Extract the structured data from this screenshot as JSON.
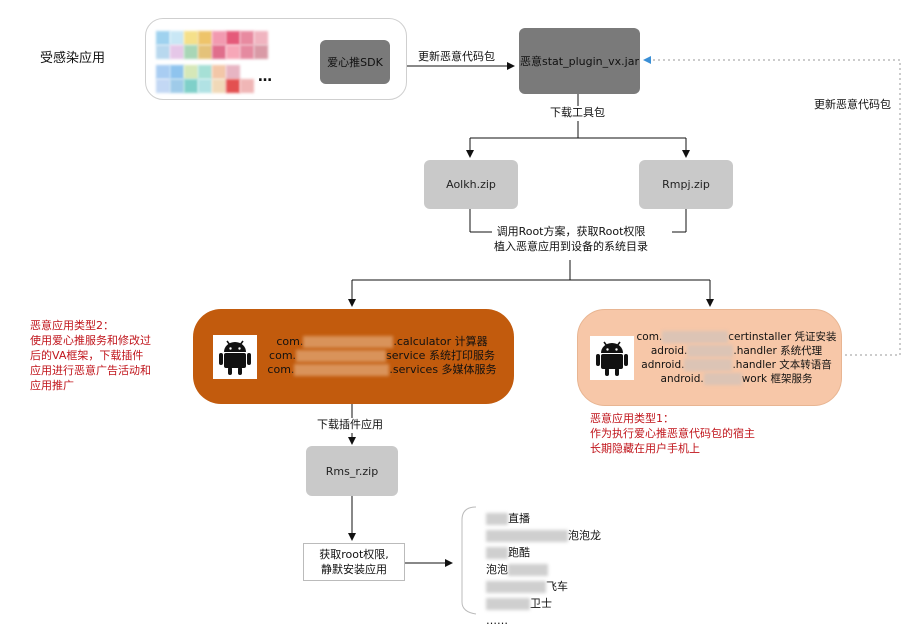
{
  "title_left": "受感染应用",
  "sdk_label": "爱心推SDK",
  "ellipsis": "…",
  "malicious_jar": "恶意stat_plugin_vx.jar",
  "edge_update_payload": "更新恶意代码包",
  "edge_update_payload_right": "更新恶意代码包",
  "edge_download_tools": "下载工具包",
  "zip_left": "Aolkh.zip",
  "zip_right": "Rmpj.zip",
  "root_line1": "调用Root方案，获取Root权限",
  "root_line2": "植入恶意应用到设备的系统目录",
  "type2_title": "恶意应用类型2：",
  "type2_desc": [
    "使用爱心推服务和修改过",
    "后的VA框架，下载插件",
    "应用进行恶意广告活动和",
    "应用推广"
  ],
  "type2_apps": [
    {
      "prefix": "com.",
      "suffix": ".calculator 计算器"
    },
    {
      "prefix": "com.",
      "suffix": "service 系统打印服务"
    },
    {
      "prefix": "com.",
      "suffix": ".services 多媒体服务"
    }
  ],
  "type1_apps": [
    {
      "prefix": "com.",
      "suffix": "certinstaller 凭证安装"
    },
    {
      "prefix": "adroid.",
      "suffix": ".handler 系统代理"
    },
    {
      "prefix": "adnroid.",
      "suffix": ".handler 文本转语音"
    },
    {
      "prefix": "android.",
      "suffix": "work 框架服务"
    }
  ],
  "type1_title": "恶意应用类型1：",
  "type1_desc": [
    "作为执行爱心推恶意代码包的宿主",
    "长期隐藏在用户手机上"
  ],
  "edge_download_plugin": "下载插件应用",
  "rms_zip": "Rms_r.zip",
  "install_line1": "获取root权限,",
  "install_line2": "静默安装应用",
  "installed_apps": [
    "直播",
    "泡泡龙",
    "跑酷",
    "泡泡",
    "飞车",
    "卫士",
    "……"
  ],
  "colors": {
    "orange": "#c25b0d",
    "peach": "#f7c7a8",
    "red_text": "#c0141b",
    "gray_box": "#c9c9c9",
    "dark_box": "#7a7a7a"
  }
}
